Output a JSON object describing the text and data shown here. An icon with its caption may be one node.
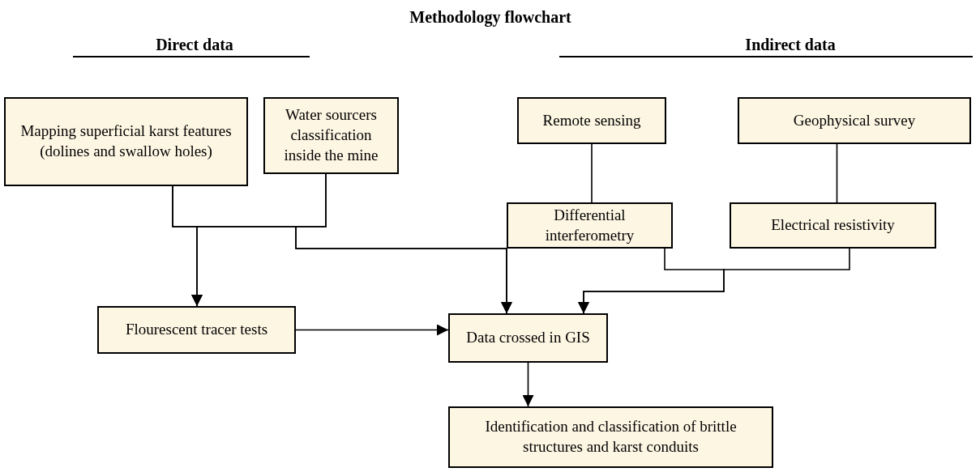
{
  "diagram": {
    "title": "Methodology flowchart",
    "nodes": [
      {
        "text": [
          "Mapping superficial karst features (dolines and swallow holes)"
        ]
      },
      {
        "text": [
          "Water sourcers classification inside the mine"
        ]
      },
      {
        "text": [
          "Remote sensing"
        ]
      },
      {
        "text": [
          "Geophysical survey"
        ]
      },
      {
        "text": [
          "Differential interferometry"
        ]
      },
      {
        "text": [
          "Electrical resistivity"
        ]
      },
      {
        "text": [
          "Flourescent tracer tests"
        ]
      },
      {
        "text": [
          "Data crossed in GIS"
        ]
      },
      {
        "text": [
          "Identification and classification of brittle structures and karst conduits"
        ]
      }
    ],
    "edges": [
      {
        "from": 2,
        "to": 4,
        "arrow": "none"
      },
      {
        "from": 3,
        "to": 5,
        "arrow": "none"
      },
      {
        "from": 0,
        "to": 6,
        "arrow": "to"
      },
      {
        "from": 1,
        "to": 6,
        "arrow": "to"
      },
      {
        "from": 0,
        "to": 7,
        "arrow": "to"
      },
      {
        "from": 1,
        "to": 7,
        "arrow": "to"
      },
      {
        "from": 4,
        "to": 7,
        "arrow": "to"
      },
      {
        "from": 5,
        "to": 7,
        "arrow": "to"
      },
      {
        "from": 6,
        "to": 7,
        "arrow": "to"
      },
      {
        "from": 7,
        "to": 8,
        "arrow": "to"
      }
    ],
    "labels": [
      "Direct data",
      "Indirect data"
    ]
  }
}
